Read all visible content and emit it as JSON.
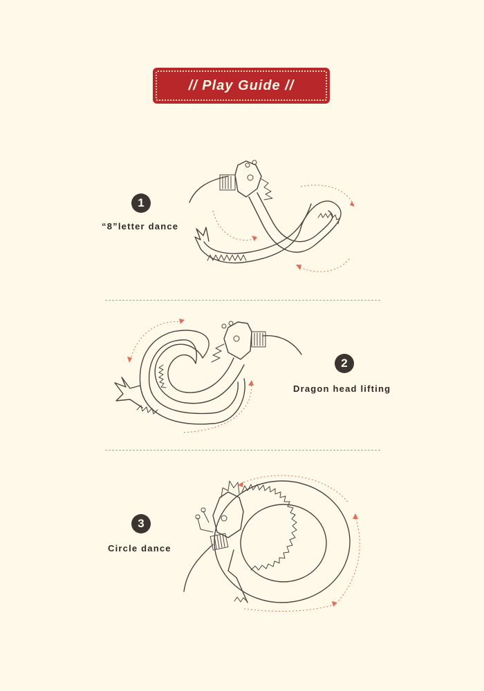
{
  "title": "// Play Guide //",
  "steps": [
    {
      "number": "1",
      "label": "“8”letter dance"
    },
    {
      "number": "2",
      "label": "Dragon head lifting"
    },
    {
      "number": "3",
      "label": "Circle dance"
    }
  ],
  "colors": {
    "background": "#fef9e8",
    "badge": "#b8272a",
    "number_circle": "#3b3532",
    "arrows": "#e0705a",
    "lines": "#4a4440"
  },
  "icons": [
    "dragon-figure-eight-illustration",
    "dragon-head-lifting-illustration",
    "dragon-circle-illustration"
  ]
}
